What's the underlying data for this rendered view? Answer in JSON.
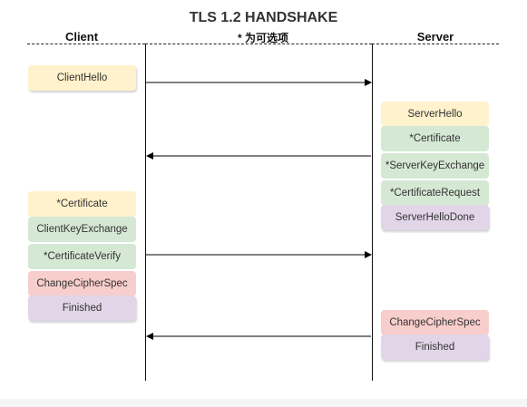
{
  "title": "TLS 1.2 HANDSHAKE",
  "note": "* 为可选项",
  "columns": {
    "client": "Client",
    "server": "Server"
  },
  "colors": {
    "yellow": "#fff2cc",
    "green": "#d5e8d4",
    "purple": "#e1d5e7",
    "red": "#f8cecc",
    "line": "#000000"
  },
  "client_messages": [
    {
      "label": "ClientHello",
      "color": "yellow"
    },
    {
      "label": "*Certificate",
      "color": "yellow"
    },
    {
      "label": "ClientKeyExchange",
      "color": "green"
    },
    {
      "label": "*CertificateVerify",
      "color": "green"
    },
    {
      "label": "ChangeCipherSpec",
      "color": "red"
    },
    {
      "label": "Finished",
      "color": "purple"
    }
  ],
  "server_messages": [
    {
      "label": "ServerHello",
      "color": "yellow"
    },
    {
      "label": "*Certificate",
      "color": "green"
    },
    {
      "label": "*ServerKeyExchange",
      "color": "green"
    },
    {
      "label": "*CertificateRequest",
      "color": "green"
    },
    {
      "label": "ServerHelloDone",
      "color": "purple"
    },
    {
      "label": "ChangeCipherSpec",
      "color": "red"
    },
    {
      "label": "Finished",
      "color": "purple"
    }
  ],
  "arrows": [
    {
      "from": "client",
      "to": "server"
    },
    {
      "from": "server",
      "to": "client"
    },
    {
      "from": "client",
      "to": "server"
    },
    {
      "from": "server",
      "to": "client"
    }
  ]
}
